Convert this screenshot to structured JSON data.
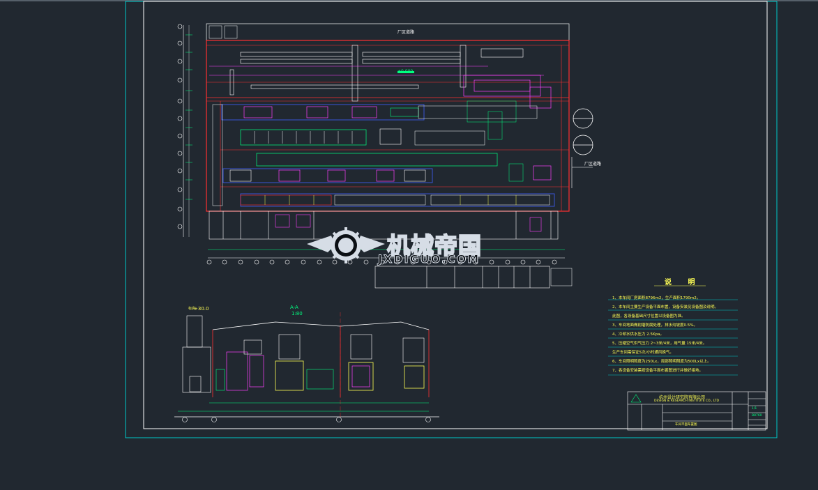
{
  "drawing": {
    "plan_labels": {
      "top_road": "厂区道路",
      "elevation_mark": "+0.000",
      "right_tag": "厂区道路"
    },
    "section": {
      "title": "A-A",
      "scale": "1:80",
      "elevation": "+30.0",
      "elev_tag": "标高"
    },
    "notes": {
      "title": "说 明",
      "items": [
        "1、本车间厂房面积8796m2，生产面积1790m2。",
        "2、本车间主要生产设备平面布置，设备安装见设备图及说明。",
        "  此图，各设备基础尺寸位置以设备图为准。",
        "3、车间地面做耐磨防腐处理，排水沟坡度0.5%。",
        "4、冷却水供水压力 2.5Kpa。",
        "5、压缩空气供气压力 2~3米/4米，用气量 15米/4米。",
        "  生产车间需保证5次/小时通风换气。",
        "6、车间照明照度为250Lx，局部照明照度为500Lx以上。",
        "7、各设备安装需按设备平面布置图进行并做好接地。"
      ]
    },
    "title_block": {
      "company": "杭州设计研究院有限公司",
      "company_en": "DESIGN & RESEARCH INSTITUTE CO., LTD",
      "drawing_name": "车间平面布置图",
      "sheet": "1/1",
      "number": "B8760"
    },
    "watermark": {
      "cn": "机械帝国",
      "en": "JXDIGUO.COM"
    },
    "colors": {
      "background": "#212830",
      "frame": "#00c8c8",
      "wall": "#ff3030",
      "equipment": "#00ff80",
      "text": "#ffff55",
      "magenta": "#ff40ff",
      "blue": "#4060ff"
    }
  }
}
